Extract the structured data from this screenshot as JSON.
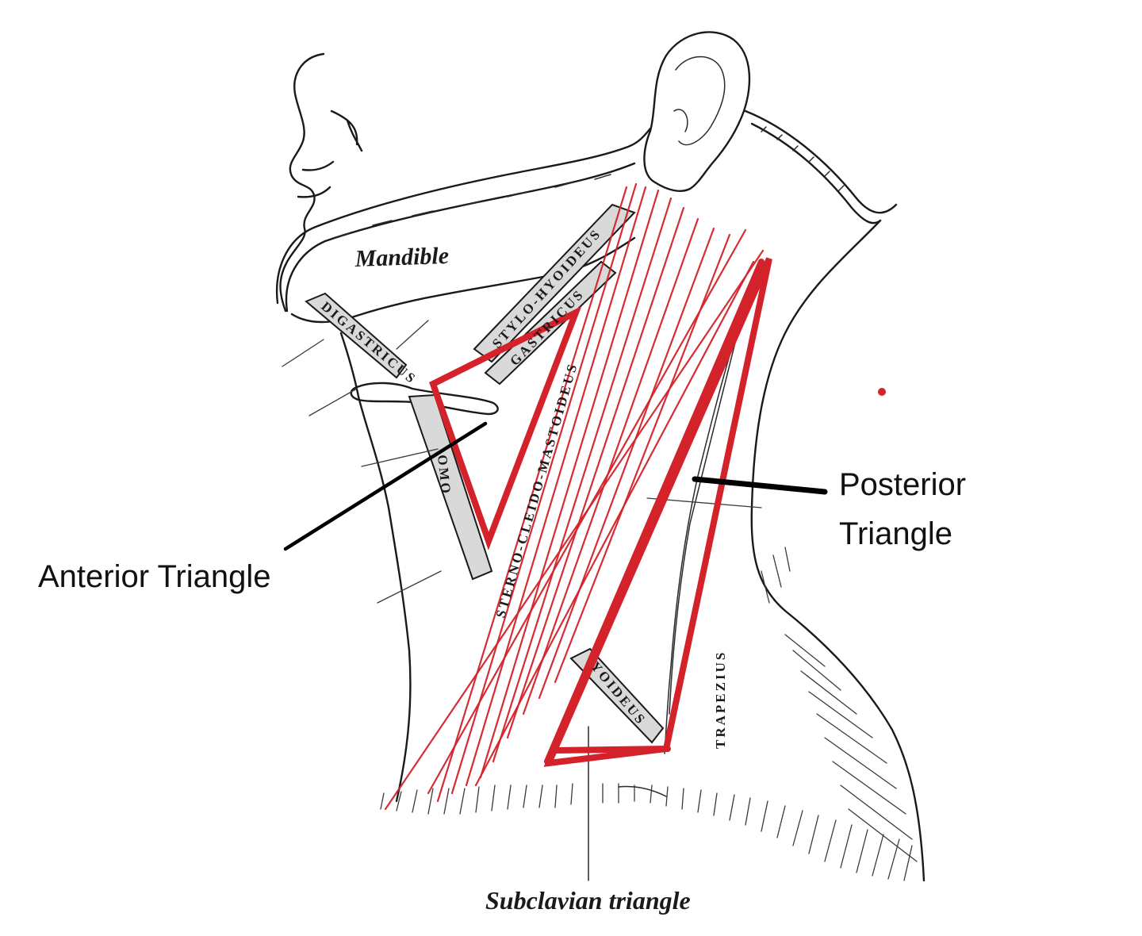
{
  "labels": {
    "mandible": "Mandible",
    "stylohyoideus": "STYLO-HYOIDEUS",
    "digastricus_posterior": "GASTRICUS",
    "digastricus_anterior": "DIGASTRICUS",
    "omohyoid_upper": "OMO",
    "sternocleidomastoid": "STERNO-CLEIDO-MASTOIDEUS",
    "omohyoid_lower": "YOIDEUS",
    "trapezius": "TRAPEZIUS",
    "anterior_triangle": "Anterior Triangle",
    "posterior_triangle_line1": "Posterior",
    "posterior_triangle_line2": "Triangle",
    "subclavian_triangle": "Subclavian triangle"
  },
  "colors": {
    "outline_ink": "#1a1a1a",
    "triangle_red": "#d4222a",
    "muscle_fill": "#d9d9d9",
    "leader_black": "#000000"
  }
}
